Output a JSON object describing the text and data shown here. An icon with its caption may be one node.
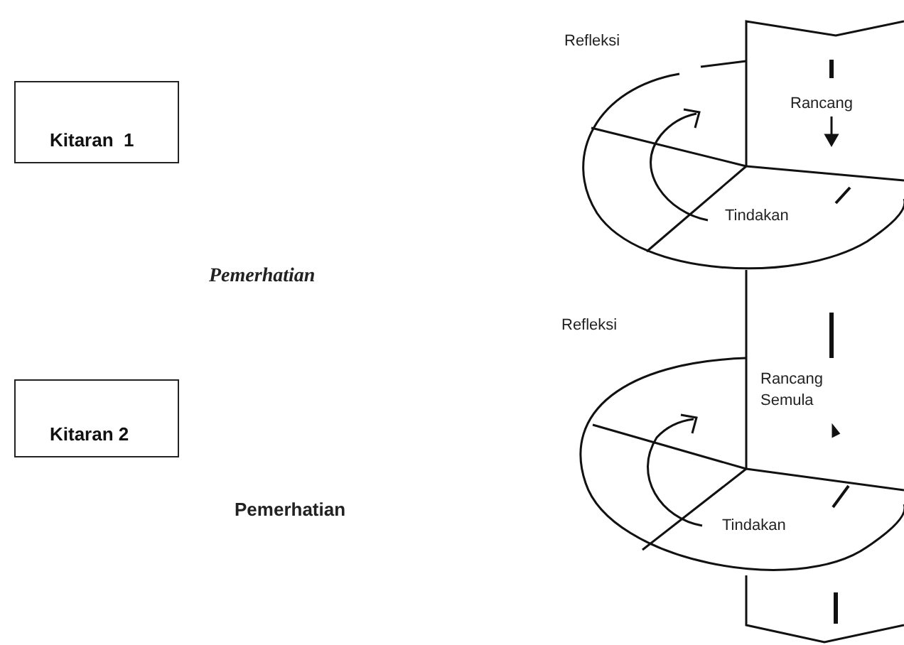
{
  "diagram": {
    "nodes": [
      {
        "text": [
          "Kitaran  1"
        ]
      },
      {
        "text": [
          "Kitaran 2"
        ]
      }
    ],
    "labels": [
      "Refleksi",
      "Rancang",
      "Tindakan",
      "Pemerhatian",
      "Refleksi",
      "Rancang Semula",
      "Pemerhatian",
      "Tindakan"
    ]
  }
}
